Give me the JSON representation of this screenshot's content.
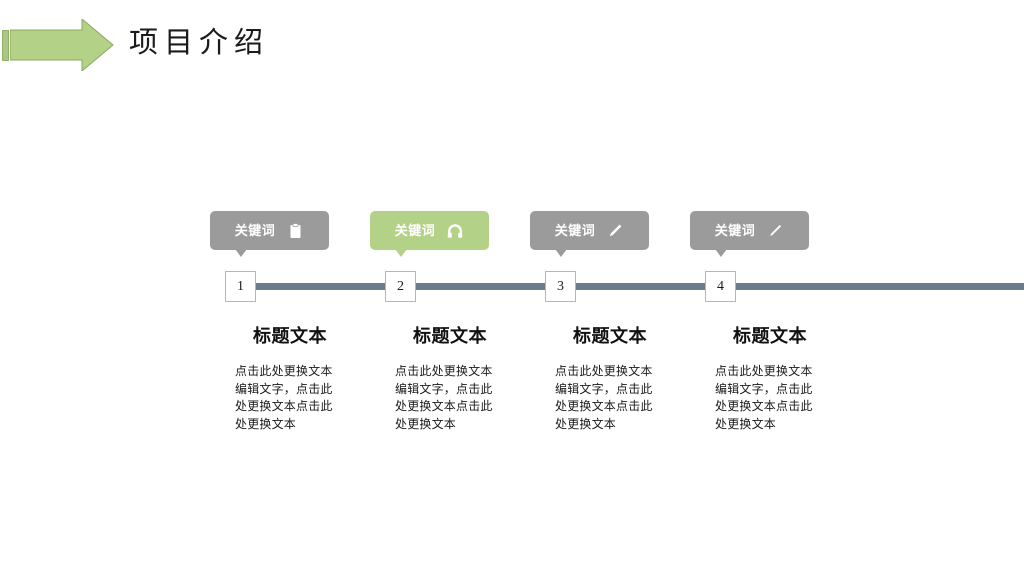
{
  "slide": {
    "title": "项目介绍",
    "background_color": "#ffffff",
    "accent_green": "#b4d188",
    "accent_gray": "#9b9b9b",
    "line_color": "#6a7c8c",
    "node_border_color": "#a9c682",
    "arrow_icon": "right-arrow-shape"
  },
  "timeline": {
    "items": [
      {
        "number": "1",
        "keyword": "关键词",
        "icon": "clipboard-icon",
        "chip_style": "gray",
        "heading": "标题文本",
        "body": "点击此处更换文本编辑文字，点击此处更换文本点击此处更换文本"
      },
      {
        "number": "2",
        "keyword": "关键词",
        "icon": "headphones-icon",
        "chip_style": "green",
        "heading": "标题文本",
        "body": "点击此处更换文本编辑文字，点击此处更换文本点击此处更换文本"
      },
      {
        "number": "3",
        "keyword": "关键词",
        "icon": "pencil-icon",
        "chip_style": "gray",
        "heading": "标题文本",
        "body": "点击此处更换文本编辑文字，点击此处更换文本点击此处更换文本"
      },
      {
        "number": "4",
        "keyword": "关键词",
        "icon": "pencil-outline-icon",
        "chip_style": "gray",
        "heading": "标题文本",
        "body": "点击此处更换文本编辑文字，点击此处更换文本点击此处更换文本"
      }
    ]
  }
}
